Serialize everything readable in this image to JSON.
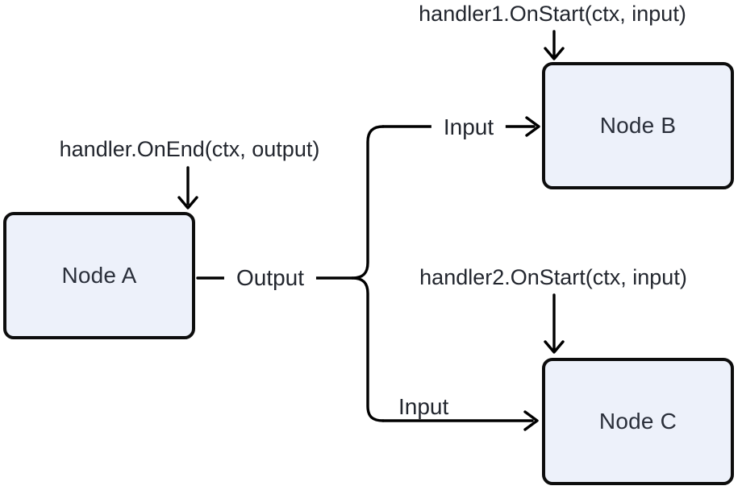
{
  "diagram": {
    "nodes": [
      {
        "id": "node-a",
        "label": "Node A"
      },
      {
        "id": "node-b",
        "label": "Node B"
      },
      {
        "id": "node-c",
        "label": "Node C"
      }
    ],
    "callbacks": {
      "on_end_a": "handler.OnEnd(ctx, output)",
      "on_start_b": "handler1.OnStart(ctx, input)",
      "on_start_c": "handler2.OnStart(ctx, input)"
    },
    "edges": {
      "output_label": "Output",
      "input_to_b_label": "Input",
      "input_to_c_label": "Input"
    },
    "colors": {
      "node_fill": "#edf1fa",
      "node_border": "#0d0d0d",
      "connector": "#000000",
      "text": "#22262e",
      "bg": "#ffffff"
    }
  }
}
